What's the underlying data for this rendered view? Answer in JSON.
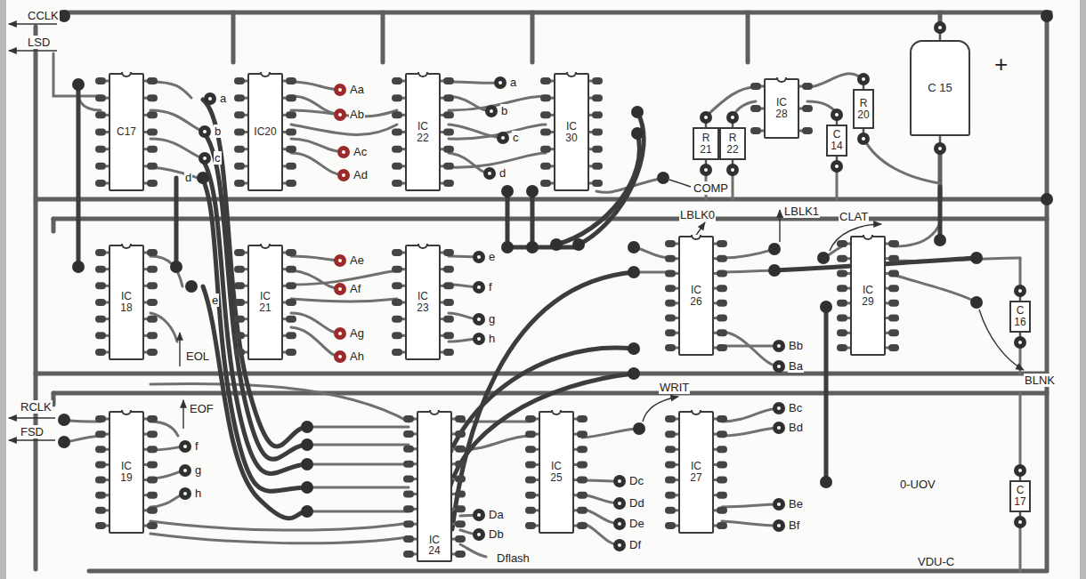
{
  "diagram": {
    "nodes": [
      {
        "text": [
          "C17"
        ]
      },
      {
        "text": [
          "IC20"
        ]
      },
      {
        "text": [
          "IC 22"
        ]
      },
      {
        "text": [
          "IC 30"
        ]
      },
      {
        "text": [
          "R 21"
        ]
      },
      {
        "text": [
          "R 22"
        ]
      },
      {
        "text": [
          "IC 28"
        ]
      },
      {
        "text": [
          "R 20"
        ]
      },
      {
        "text": [
          "C 14"
        ]
      },
      {
        "text": [
          "C 15"
        ]
      },
      {
        "text": [
          "IC 18"
        ]
      },
      {
        "text": [
          "IC 21"
        ]
      },
      {
        "text": [
          "IC 23"
        ]
      },
      {
        "text": [
          "IC 26"
        ]
      },
      {
        "text": [
          "IC 29"
        ]
      },
      {
        "text": [
          "C 16"
        ]
      },
      {
        "text": [
          "IC 19"
        ]
      },
      {
        "text": [
          "IC 24"
        ]
      },
      {
        "text": [
          "IC 25"
        ]
      },
      {
        "text": [
          "IC 27"
        ]
      },
      {
        "text": [
          "C 17"
        ]
      }
    ],
    "labels": [
      "CCLK",
      "LSD",
      "a",
      "b",
      "c",
      "d",
      "Aa",
      "Ab",
      "Ac",
      "Ad",
      "a",
      "b",
      "c",
      "d",
      "COMP",
      "LBLK0",
      "LBLK1",
      "CLAT",
      "e",
      "EOL",
      "Ae",
      "Af",
      "Ag",
      "Ah",
      "e",
      "f",
      "g",
      "h",
      "Bb",
      "Ba",
      "BLNK",
      "RCLK",
      "FSD",
      "EOF",
      "f",
      "g",
      "h",
      "WRIT",
      "Bc",
      "Bd",
      "Be",
      "Bf",
      "Da",
      "Db",
      "Dflash",
      "Dc",
      "Dd",
      "De",
      "Df",
      "0-UOV",
      "VDU-C",
      "+"
    ]
  }
}
